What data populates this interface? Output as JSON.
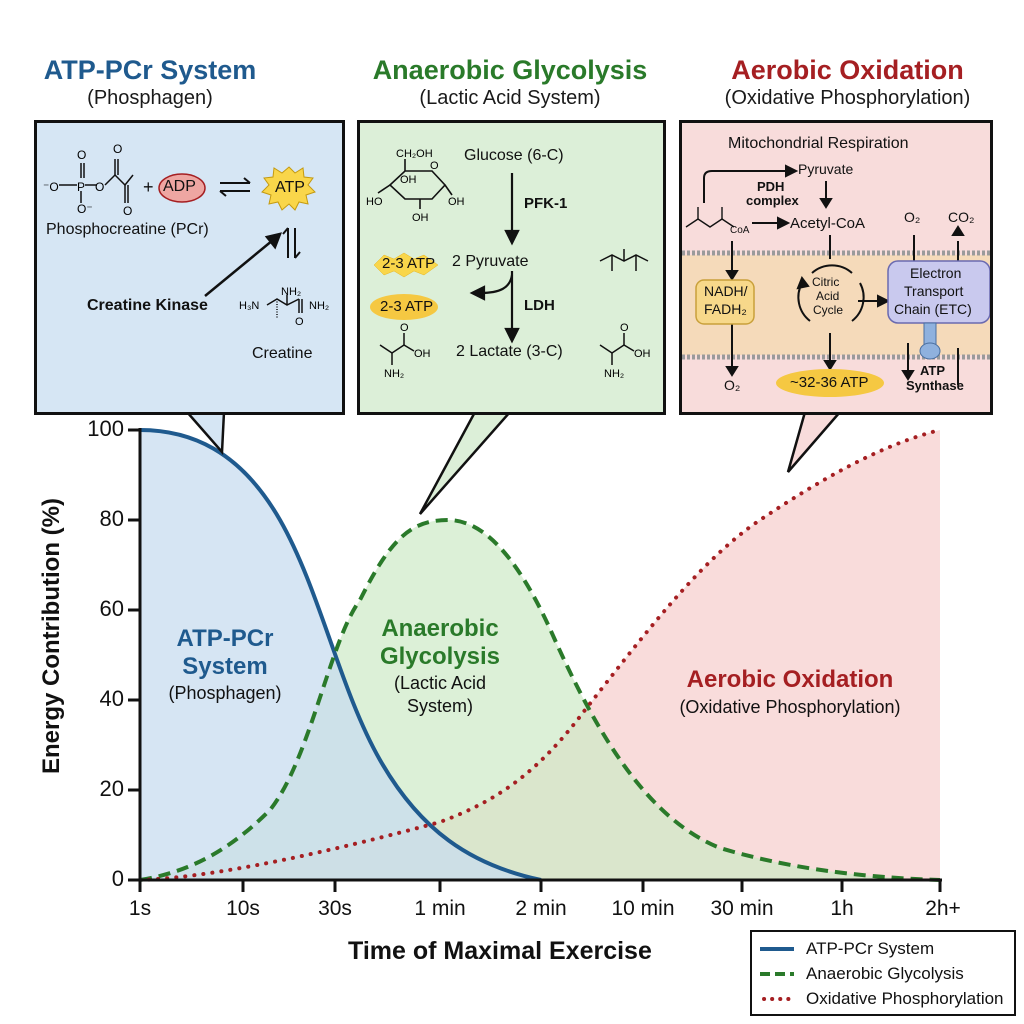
{
  "systems": [
    {
      "title": "ATP-PCr System",
      "subtitle": "(Phosphagen)",
      "color": "#1f5a8e",
      "panel_bg": "#d6e6f4"
    },
    {
      "title": "Anaerobic Glycolysis",
      "subtitle": "(Lactic Acid System)",
      "color": "#2a7a2a",
      "panel_bg": "#dcefd8"
    },
    {
      "title": "Aerobic Oxidation",
      "subtitle": "(Oxidative Phosphorylation)",
      "color": "#a51f22",
      "panel_bg": "#f8dcdb"
    }
  ],
  "panel1": {
    "adp": "ADP",
    "atp": "ATP",
    "pcr_label": "Phosphocreatine (PCr)",
    "enzyme": "Creatine Kinase",
    "creatine_label": "Creatine",
    "plus": "+"
  },
  "panel2": {
    "glucose": "Glucose (6-C)",
    "enzyme1": "PFK-1",
    "pyruvate": "2 Pyruvate",
    "atp_burst": "2-3 ATP",
    "atp_oval": "2-3 ATP",
    "enzyme2": "LDH",
    "lactate": "2 Lactate (3-C)"
  },
  "panel3": {
    "heading": "Mitochondrial Respiration",
    "pyruvate": "Pyruvate",
    "pdh": "PDH",
    "pdh2": "complex",
    "acetyl": "Acetyl-CoA",
    "coa": "CoA",
    "nadh1": "NADH/",
    "nadh2": "FADH₂",
    "o2_bottom": "O₂",
    "citric1": "Citric",
    "citric2": "Acid",
    "citric3": "Cycle",
    "etc1": "Electron",
    "etc2": "Transport",
    "etc3": "Chain (ETC)",
    "o2_top": "O₂",
    "co2": "CO₂",
    "atp_yield": "~32-36 ATP",
    "synthase1": "ATP",
    "synthase2": "Synthase"
  },
  "chart_labels": {
    "atp_main1": "ATP-PCr",
    "atp_main2": "System",
    "atp_sub": "(Phosphagen)",
    "gly_main1": "Anaerobic",
    "gly_main2": "Glycolysis",
    "gly_sub1": "(Lactic Acid",
    "gly_sub2": "System)",
    "aer_main": "Aerobic Oxidation",
    "aer_sub": "(Oxidative Phosphorylation)"
  },
  "legend": [
    {
      "label": "ATP-PCr System",
      "style": "solid",
      "color": "#1f5a8e"
    },
    {
      "label": "Anaerobic Glycolysis",
      "style": "dashed",
      "color": "#2a7a2a"
    },
    {
      "label": "Oxidative Phosphorylation",
      "style": "dotted",
      "color": "#a51f22"
    }
  ],
  "chart_data": {
    "type": "area",
    "title": "",
    "xlabel": "Time of Maximal Exercise",
    "ylabel": "Energy Contribution (%)",
    "ylim": [
      0,
      100
    ],
    "yticks": [
      "0",
      "20",
      "40",
      "60",
      "80",
      "100"
    ],
    "categories": [
      "1s",
      "10s",
      "30s",
      "1 min",
      "2 min",
      "10 min",
      "30 min",
      "1h",
      "2h+"
    ],
    "grid": false,
    "legend_position": "bottom-right",
    "series": [
      {
        "name": "ATP-PCr System",
        "style": "solid",
        "color": "#1f5a8e",
        "values": [
          100,
          88,
          45,
          12,
          0,
          0,
          0,
          0,
          0
        ]
      },
      {
        "name": "Anaerobic Glycolysis",
        "style": "dashed",
        "color": "#2a7a2a",
        "values": [
          0,
          10,
          47,
          80,
          55,
          25,
          9,
          2,
          0
        ]
      },
      {
        "name": "Oxidative Phosphorylation",
        "style": "dotted",
        "color": "#a51f22",
        "values": [
          0,
          2,
          5,
          13,
          35,
          65,
          87,
          95,
          100
        ]
      }
    ]
  }
}
